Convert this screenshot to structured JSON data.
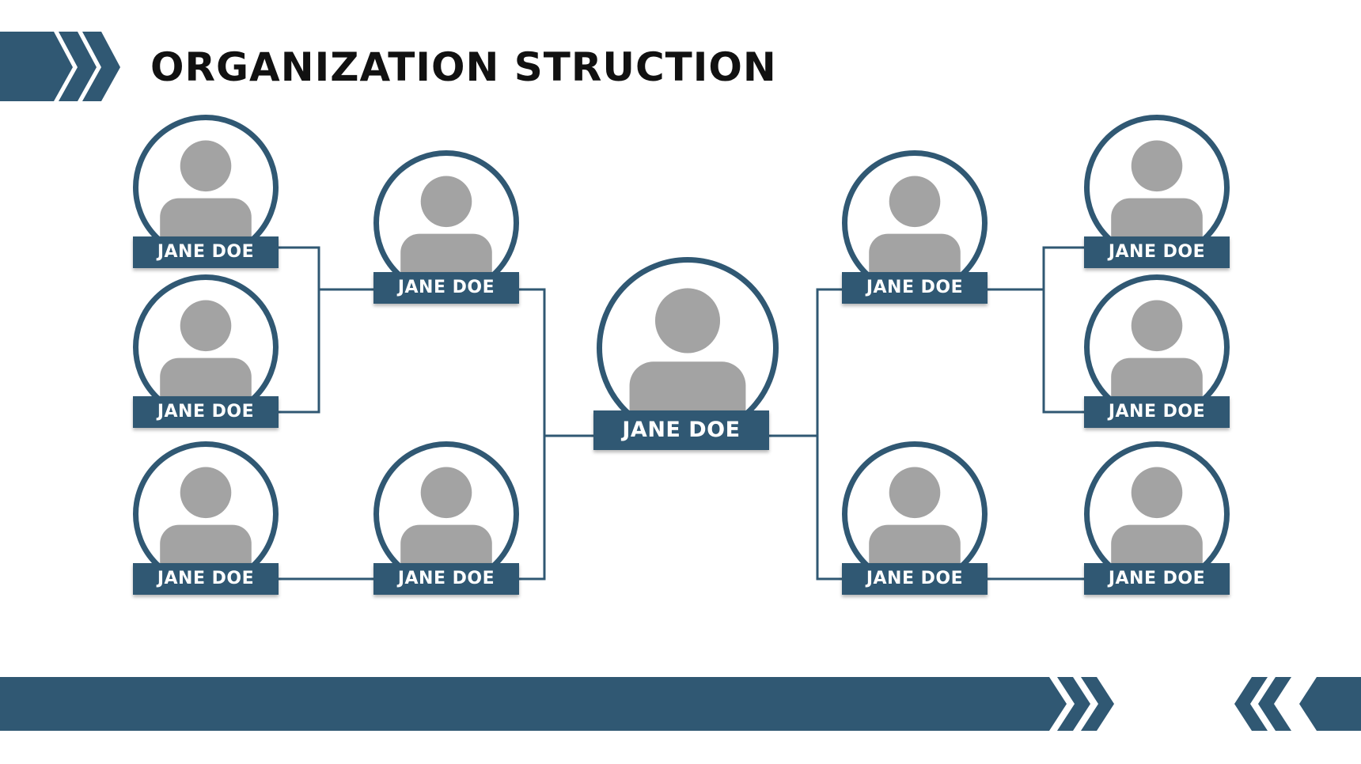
{
  "title": "ORGANIZATION STRUCTION",
  "colors": {
    "accent": "#305873",
    "avatar": "#a3a3a3",
    "background": "#ffffff",
    "title": "#111111"
  },
  "org_chart": {
    "root": {
      "name": "JANE DOE"
    },
    "left_branch": {
      "managers": [
        {
          "name": "JANE DOE",
          "reports": [
            {
              "name": "JANE DOE"
            },
            {
              "name": "JANE DOE"
            }
          ]
        },
        {
          "name": "JANE DOE",
          "reports": [
            {
              "name": "JANE DOE"
            }
          ]
        }
      ]
    },
    "right_branch": {
      "managers": [
        {
          "name": "JANE DOE",
          "reports": [
            {
              "name": "JANE DOE"
            },
            {
              "name": "JANE DOE"
            }
          ]
        },
        {
          "name": "JANE DOE",
          "reports": [
            {
              "name": "JANE DOE"
            }
          ]
        }
      ]
    }
  }
}
